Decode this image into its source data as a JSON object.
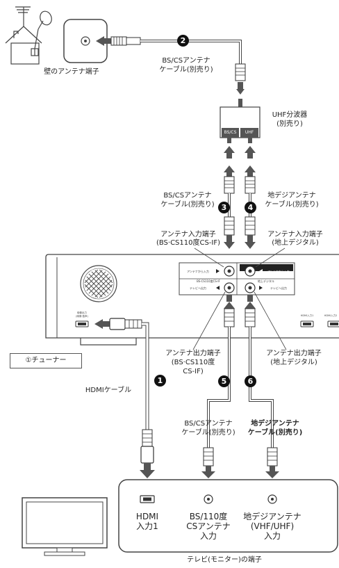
{
  "wall": {
    "label": "壁のアンテナ端子"
  },
  "splitter": {
    "label_line1": "UHF分波器",
    "label_line2": "(別売り)",
    "port_bs": "BS/CS",
    "port_uhf": "UHF"
  },
  "cables": {
    "c2": {
      "number": "2",
      "line1": "BS/CSアンテナ",
      "line2": "ケーブル(別売り)"
    },
    "c3": {
      "number": "3",
      "line1": "BS/CSアンテナ",
      "line2": "ケーブル(別売り)"
    },
    "c4": {
      "number": "4",
      "line1": "地デジアンテナ",
      "line2": "ケーブル(別売り)"
    },
    "c1": {
      "number": "1",
      "label": "HDMIケーブル"
    },
    "c5": {
      "number": "5",
      "line1": "BS/CSアンテナ",
      "line2": "ケーブル(別売り)"
    },
    "c6": {
      "number": "6",
      "line1": "地デジアンテナ",
      "line2": "ケーブル(別売り)"
    }
  },
  "tuner": {
    "label": "①チューナー",
    "in_bs_line1": "アンテナ入力端子",
    "in_bs_line2": "(BS·CS110度CS-IF)",
    "in_uhf_line1": "アンテナ入力端子",
    "in_uhf_line2": "(地上デジタル)",
    "out_bs_line1": "アンテナ出力端子",
    "out_bs_line2": "(BS·CS110度",
    "out_bs_line3": "CS-IF)",
    "out_uhf_line1": "アンテナ出力端子",
    "out_uhf_line2": "(地上デジタル)",
    "panel": {
      "in_left": "アンテナから入力",
      "in_right": "アンテナから入力",
      "bs_caption": "BS·CS110度CS-IF",
      "uhf_caption": "地上デジタル",
      "out_left": "テレビへ出力",
      "out_right": "テレビへ出力",
      "hdmi_out_line1": "映像出力",
      "hdmi_out_line2": "(映像·音声)",
      "hdmi_in1": "HDMI入力1",
      "hdmi_in2": "HDMI入力2"
    }
  },
  "tv": {
    "title": "テレビ(モニター)の端子",
    "hdmi_line1": "HDMI",
    "hdmi_line2": "入力1",
    "bs_line1": "BS/110度",
    "bs_line2": "CSアンテナ",
    "bs_line3": "入力",
    "uhf_line1": "地デジアンテナ",
    "uhf_line2": "(VHF/UHF)",
    "uhf_line3": "入力"
  }
}
